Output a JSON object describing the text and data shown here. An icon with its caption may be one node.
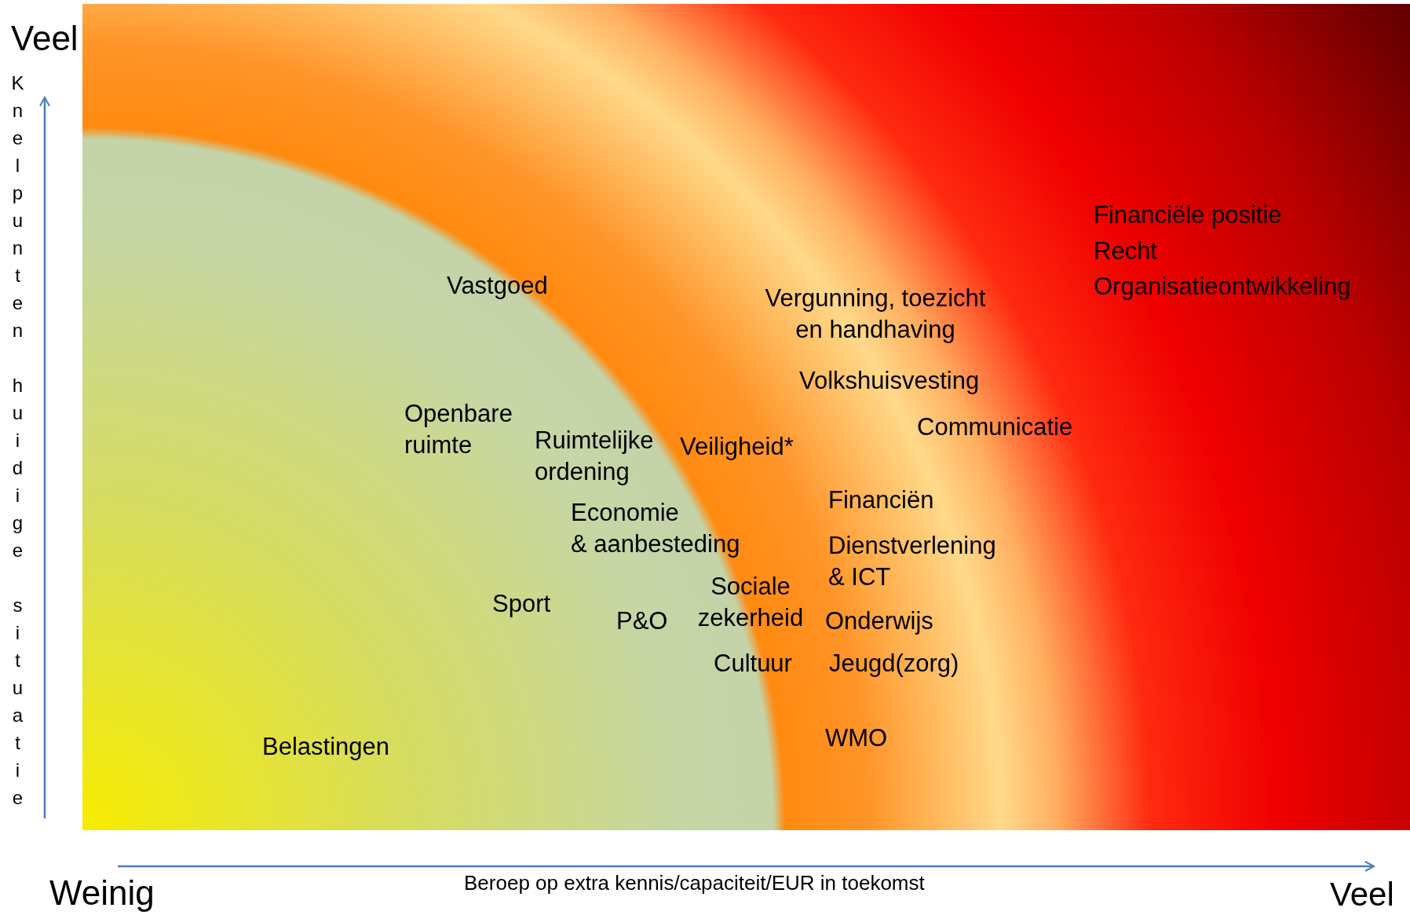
{
  "diagram": {
    "labels": [
      "Veel",
      "Knelpunten huidige situatie",
      "Financiële positie",
      "Recht",
      "Organisatieontwikkeling",
      "Vastgoed",
      "Vergunning, toezicht en handhaving",
      "Volkshuisvesting",
      "Openbare ruimte",
      "Communicatie",
      "Ruimtelijke ordening",
      "Veiligheid*",
      "Financiën",
      "Economie & aanbesteding",
      "Dienstverlening & ICT",
      "Sociale zekerheid",
      "Sport",
      "P&O",
      "Onderwijs",
      "Cultuur",
      "Jeugd(zorg)",
      "Belastingen",
      "WMO",
      "Weinig",
      "Beroep op extra kennis/capaciteit/EUR in toekomst",
      "Veel"
    ]
  }
}
